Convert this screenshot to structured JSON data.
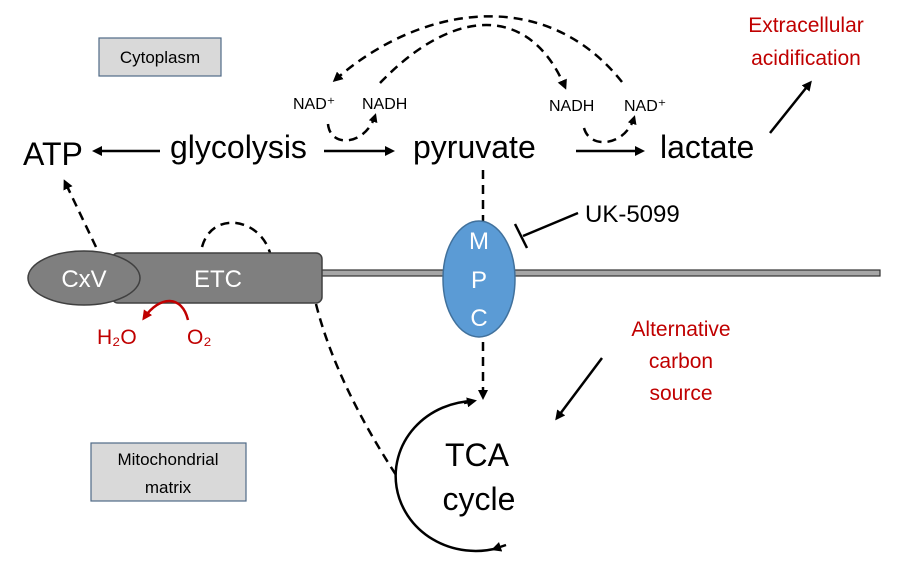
{
  "regions": {
    "cytoplasm": "Cytoplasm",
    "matrix_line1": "Mitochondrial",
    "matrix_line2": "matrix"
  },
  "metabolites": {
    "atp": "ATP",
    "glycolysis": "glycolysis",
    "pyruvate": "pyruvate",
    "lactate": "lactate"
  },
  "cofactors": {
    "nad_left": "NAD⁺",
    "nadh_left": "NADH",
    "nadh_right": "NADH",
    "nad_right": "NAD⁺"
  },
  "membrane": {
    "cxv": "CxV",
    "etc": "ETC",
    "mpc_letters": [
      "M",
      "P",
      "C"
    ],
    "h2o": "H₂O",
    "o2": "O₂"
  },
  "inhibitor": "UK-5099",
  "tca": {
    "line1": "TCA",
    "line2": "cycle"
  },
  "annotations": {
    "extracellular_line1": "Extracellular",
    "extracellular_line2": "acidification",
    "alt_line1": "Alternative",
    "alt_line2": "carbon",
    "alt_line3": "source"
  },
  "colors": {
    "annotation_red": "#C00000",
    "mpc_blue": "#5B9BD5",
    "etc_gray": "#7F7F7F",
    "box_fill": "#D9D9D9"
  }
}
